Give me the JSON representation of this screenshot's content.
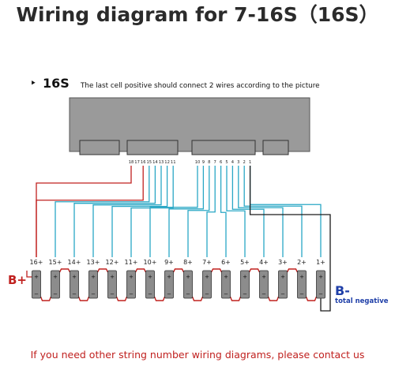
{
  "title": "Wiring diagram for 7-16S（16S）",
  "subtitle": {
    "marker": "‣",
    "series": "16S",
    "note": "The last cell positive should connect 2 wires according to the picture"
  },
  "connector": {
    "pins_left": [
      "18",
      "17",
      "16",
      "15",
      "14",
      "13",
      "12",
      "11"
    ],
    "pins_right": [
      "10",
      "9",
      "8",
      "7",
      "6",
      "5",
      "4",
      "3",
      "2",
      "1"
    ]
  },
  "cells": {
    "labels": [
      "16+",
      "15+",
      "14+",
      "13+",
      "12+",
      "11+",
      "10+",
      "9+",
      "8+",
      "7+",
      "6+",
      "5+",
      "4+",
      "3+",
      "2+",
      "1+"
    ],
    "plus_symbol": "+",
    "minus_symbol": "−"
  },
  "terminals": {
    "b_plus": "B+",
    "b_minus": "B-",
    "b_minus_note": "total negative"
  },
  "footer": "If you need other string number wiring diagrams, please contact us",
  "colors": {
    "title": "#2b2b2b",
    "board": "#9a9a9a",
    "sense_wire": "#2aa7c5",
    "positive": "#c0211f",
    "negative_wire": "#1a1a1a",
    "b_minus": "#1f3fa8",
    "footer": "#c0211f"
  }
}
